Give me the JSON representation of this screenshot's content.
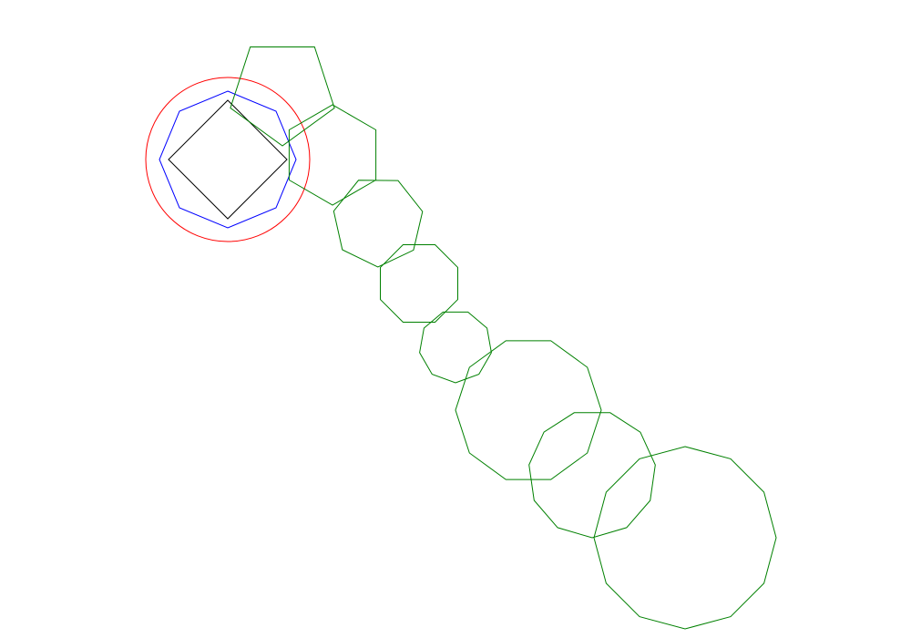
{
  "colors": {
    "background": "#ffffff",
    "circle": "#ff0000",
    "octagon": "#0000ff",
    "square": "#000000",
    "chain": "#008000"
  },
  "shapes": {
    "reference_circle": {
      "kind": "circle",
      "color_key": "circle"
    },
    "octagon": {
      "kind": "regular-polygon",
      "sides": 8,
      "color_key": "octagon"
    },
    "square": {
      "kind": "regular-polygon",
      "sides": 4,
      "color_key": "square"
    },
    "chain": [
      {
        "sides": 5
      },
      {
        "sides": 6
      },
      {
        "sides": 7
      },
      {
        "sides": 8
      },
      {
        "sides": 9
      },
      {
        "sides": 10
      },
      {
        "sides": 11
      },
      {
        "sides": 12
      }
    ]
  }
}
